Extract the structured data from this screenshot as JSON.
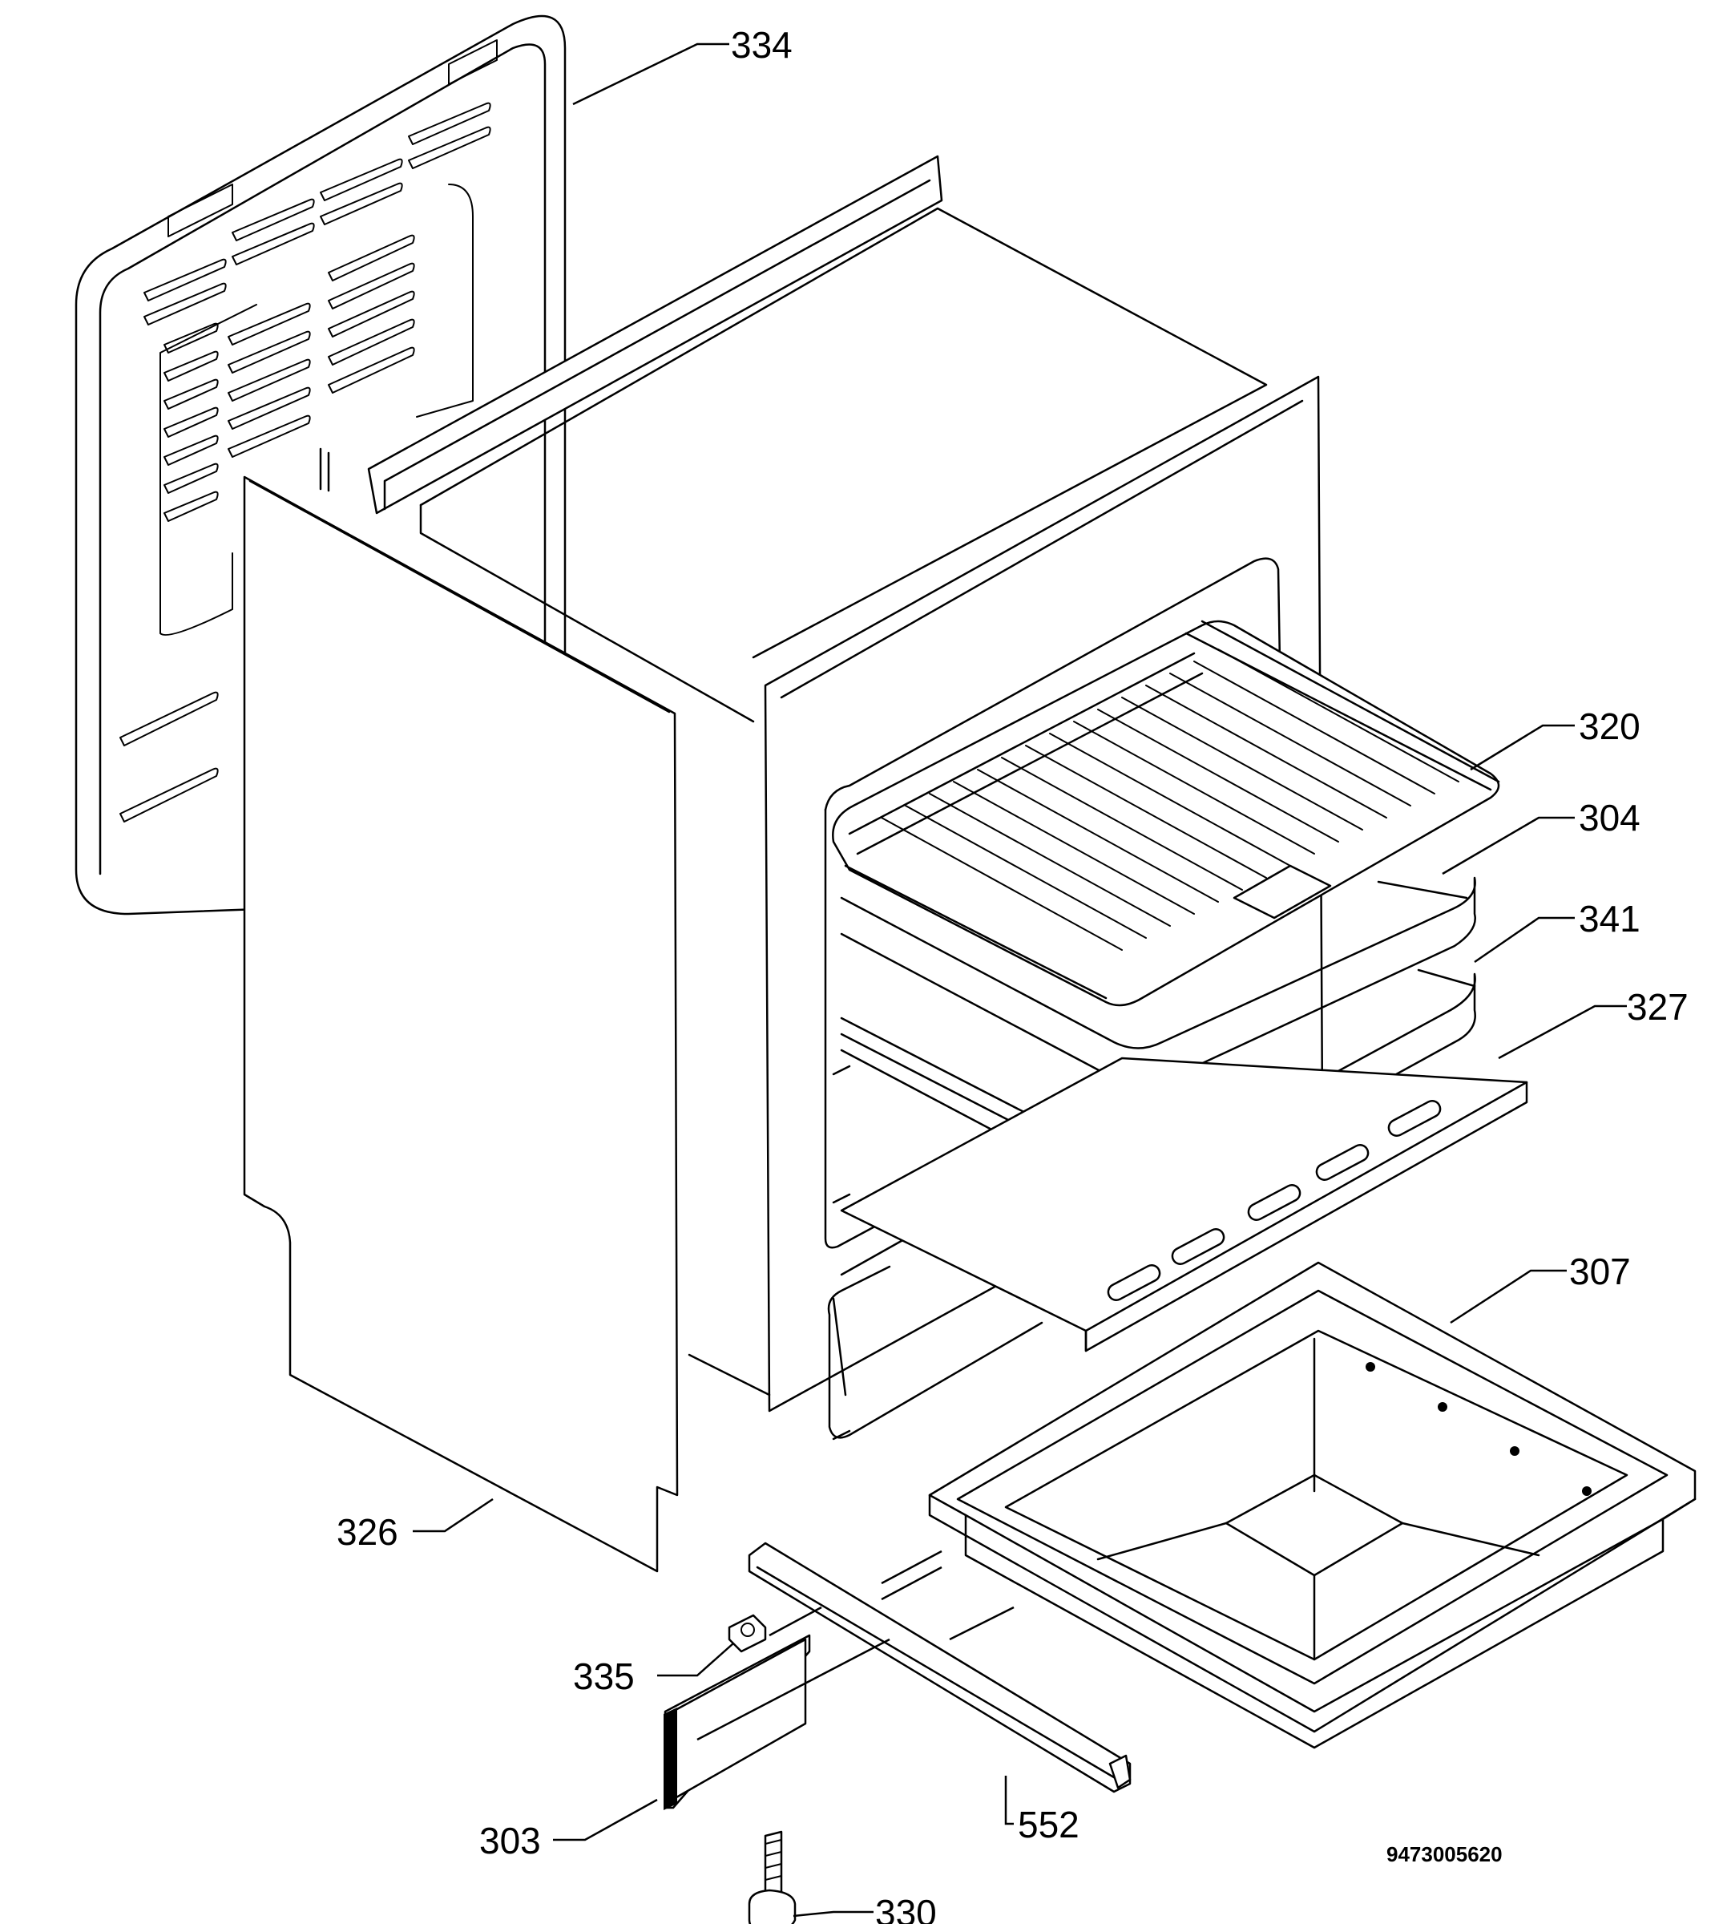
{
  "drawing": {
    "document_number": "9473005620",
    "callouts": [
      {
        "id": "back-panel",
        "label": "334"
      },
      {
        "id": "wire-shelf",
        "label": "320"
      },
      {
        "id": "baking-tray",
        "label": "304"
      },
      {
        "id": "deep-tray",
        "label": "341"
      },
      {
        "id": "bottom-plate",
        "label": "327"
      },
      {
        "id": "drawer",
        "label": "307"
      },
      {
        "id": "side-panel",
        "label": "326"
      },
      {
        "id": "nut",
        "label": "335"
      },
      {
        "id": "front-strip",
        "label": "303"
      },
      {
        "id": "runner",
        "label": "552"
      },
      {
        "id": "screw",
        "label": "330"
      }
    ]
  }
}
